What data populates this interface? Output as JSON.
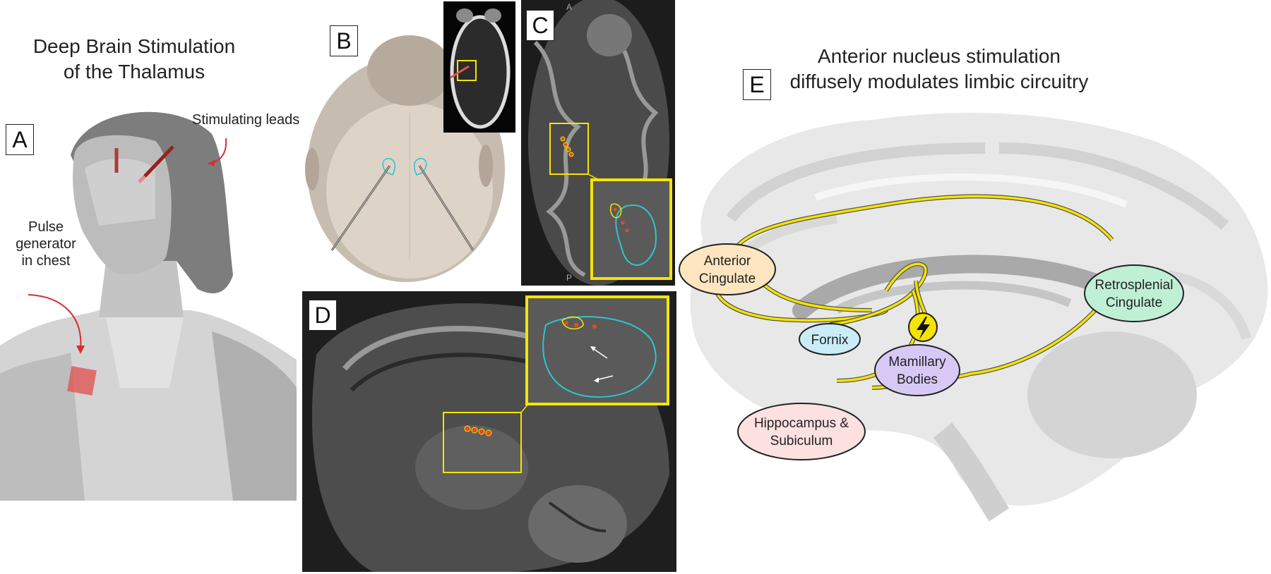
{
  "panel_a": {
    "letter": "A",
    "title_line1": "Deep Brain Stimulation",
    "title_line2": "of the Thalamus",
    "leads_label": "Stimulating leads",
    "pulse_line1": "Pulse",
    "pulse_line2": "generator",
    "pulse_line3": "in chest"
  },
  "panel_b": {
    "letter": "B"
  },
  "panel_c": {
    "letter": "C",
    "orientation_top": "A",
    "orientation_bottom": "P"
  },
  "panel_d": {
    "letter": "D"
  },
  "panel_e": {
    "letter": "E",
    "title_line1": "Anterior nucleus stimulation",
    "title_line2": "diffusely modulates limbic circuitry",
    "nodes": {
      "anterior_cingulate": [
        "Anterior",
        "Cingulate"
      ],
      "retrosplenial_cingulate": [
        "Retrosplenial",
        "Cingulate"
      ],
      "fornix": [
        "Fornix"
      ],
      "mamillary_bodies": [
        "Mamillary",
        "Bodies"
      ],
      "hippocampus_subiculum": [
        "Hippocampus &",
        "Subiculum"
      ]
    },
    "stim_icon": "lightning-bolt-icon"
  },
  "colors": {
    "lead_red": "#c0392b",
    "highlight_yellow": "#f5e400",
    "contour_cyan": "#2ec4cf",
    "anterior_cingulate_fill": "#fde5c0",
    "retrosplenial_fill": "#bfefd5",
    "fornix_fill": "#c9ecf7",
    "mamillary_fill": "#d8c8f5",
    "hippocampus_fill": "#fde0e0"
  }
}
